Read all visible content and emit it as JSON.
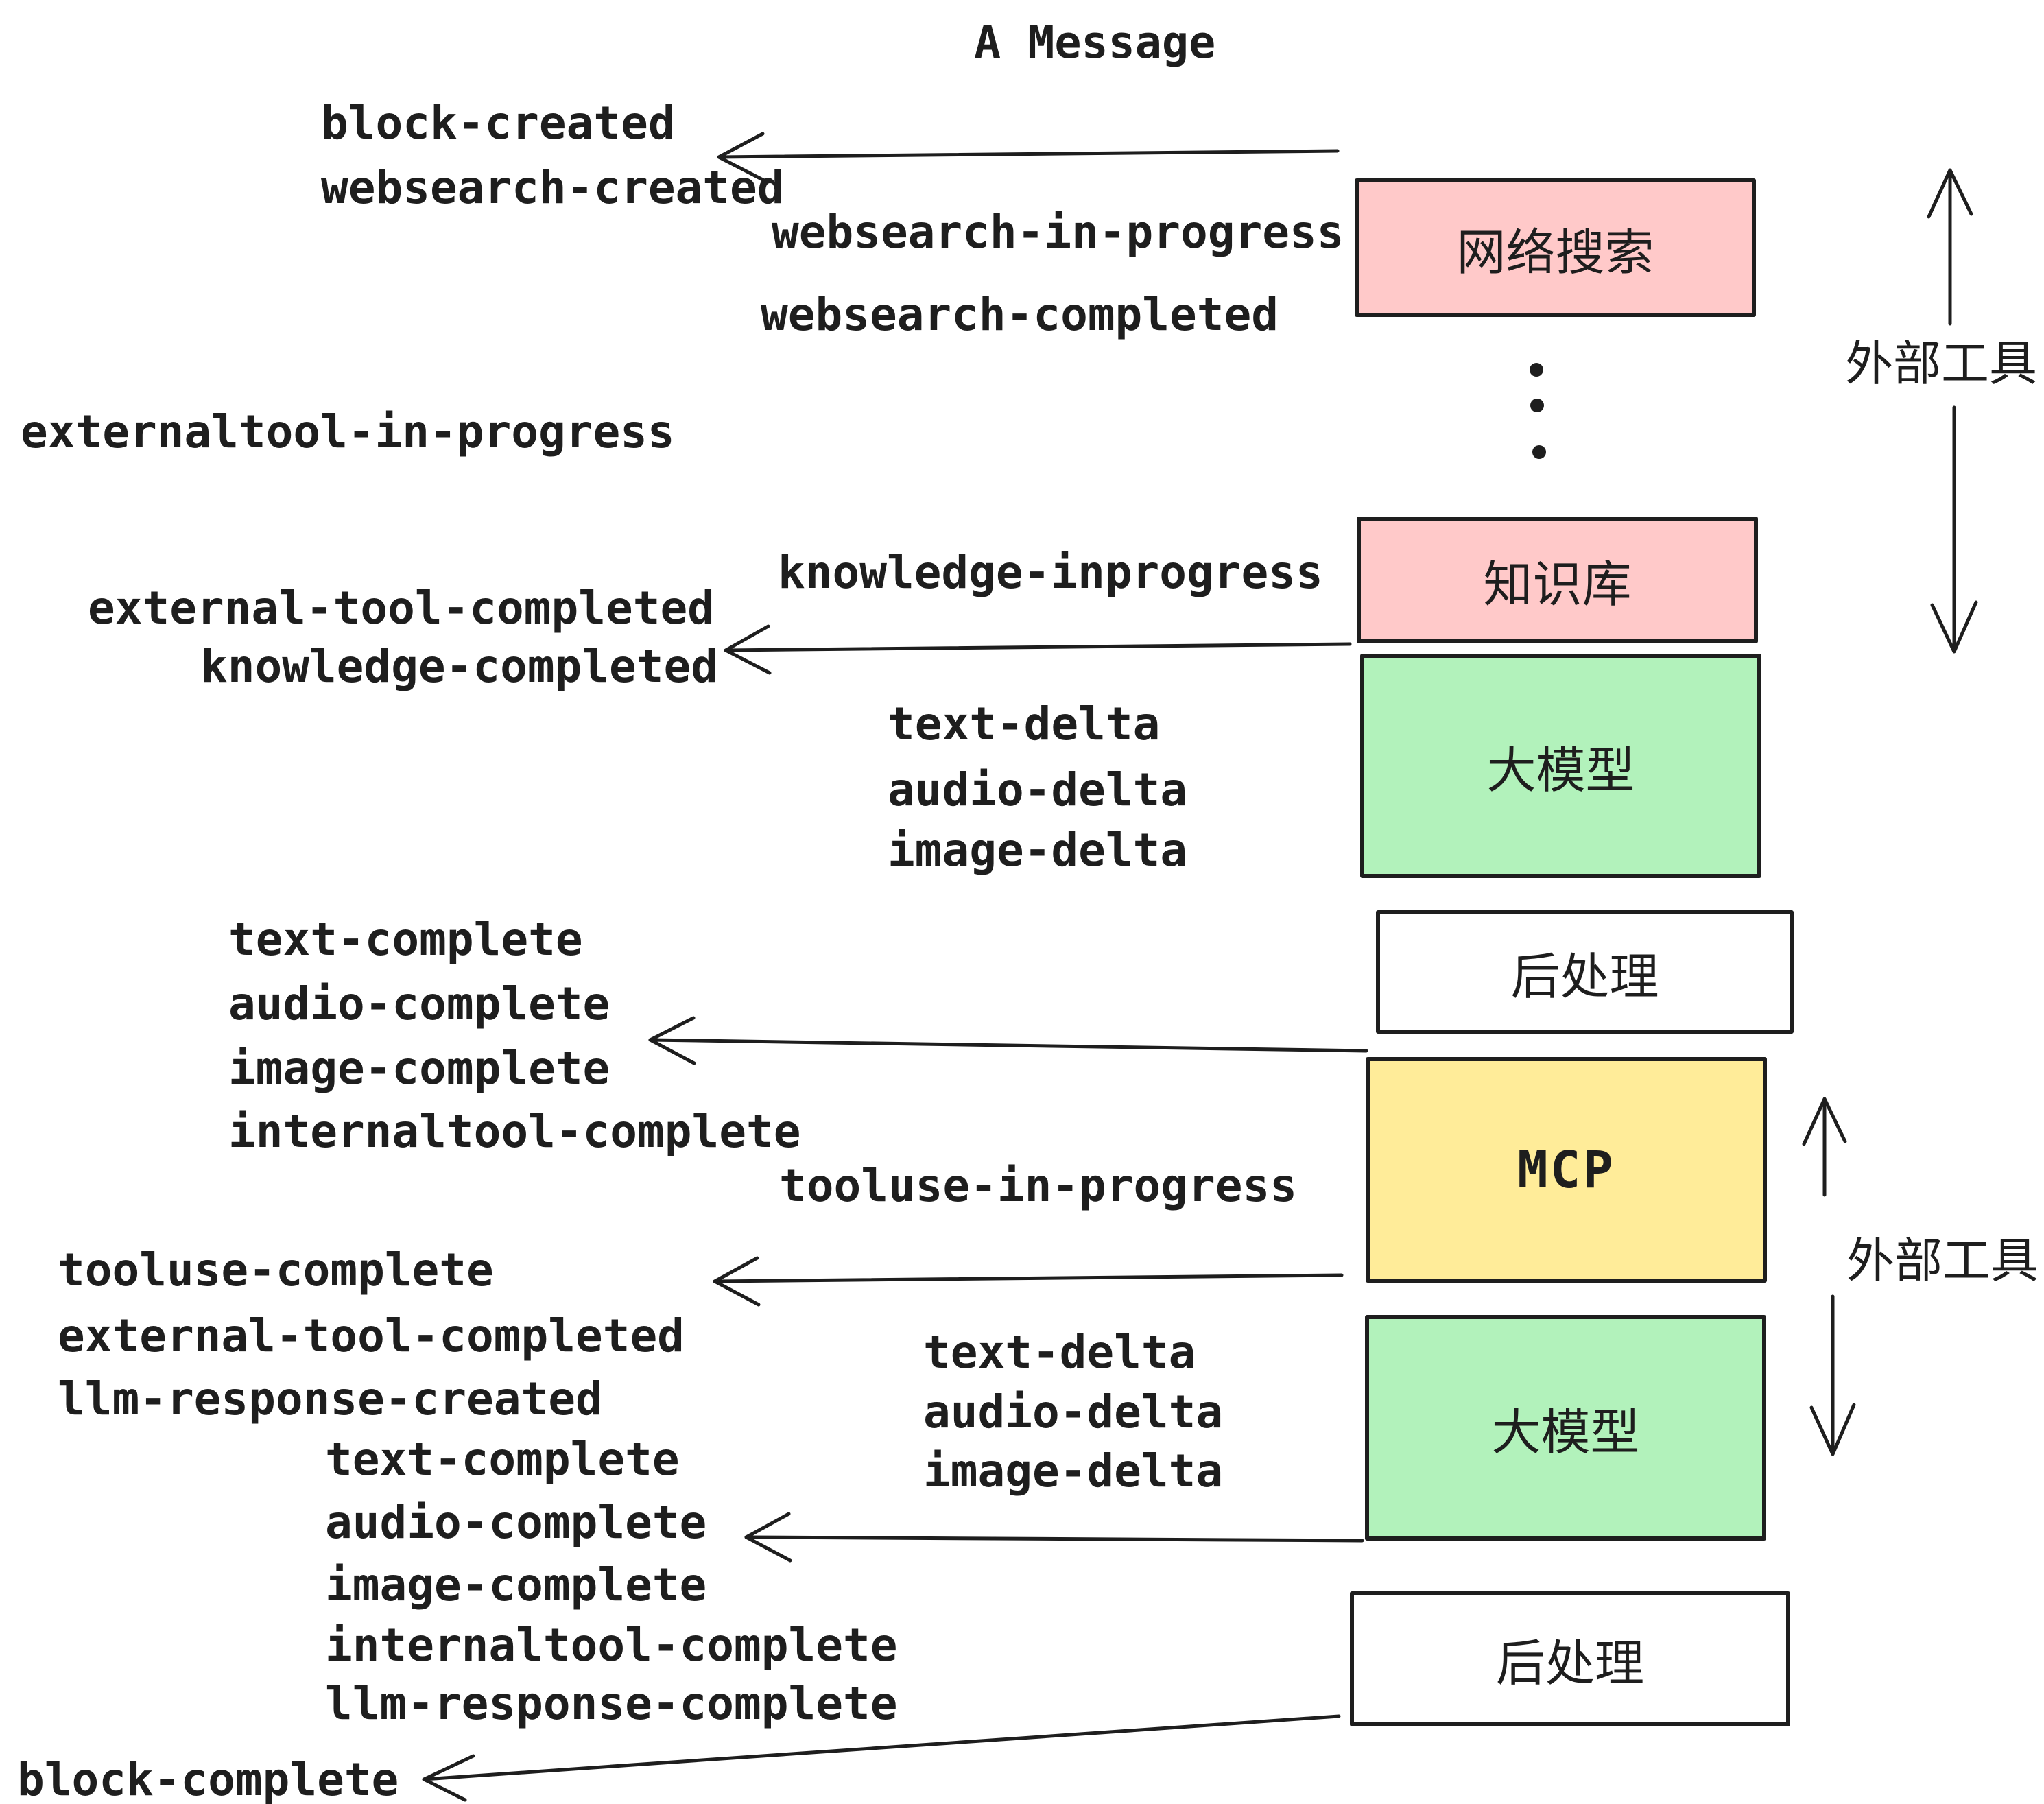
{
  "title": "A Message",
  "colors": {
    "pink": "#ffc9c9",
    "green": "#b2f2bb",
    "yellow": "#ffec99",
    "stroke": "#1e1e1e",
    "background": "#ffffff"
  },
  "boxes": [
    {
      "label": "网络搜索",
      "type": "pink"
    },
    {
      "label": "知识库",
      "type": "pink"
    },
    {
      "label": "大模型",
      "type": "green"
    },
    {
      "label": "后处理",
      "type": "white"
    },
    {
      "label": "MCP",
      "type": "yellow"
    },
    {
      "label": "大模型",
      "type": "green"
    },
    {
      "label": "后处理",
      "type": "white"
    }
  ],
  "annotations": {
    "external_tools_top": "外部工具",
    "external_tools_mid": "外部工具"
  },
  "events": {
    "block_created": "block-created",
    "websearch_created": "websearch-created",
    "websearch_in_progress": "websearch-in-progress",
    "websearch_completed": "websearch-completed",
    "externaltool_in_progress": "externaltool-in-progress",
    "knowledge_inprogress": "knowledge-inprogress",
    "external_tool_completed_1": "external-tool-completed",
    "knowledge_completed": "knowledge-completed",
    "text_delta_1": "text-delta",
    "audio_delta_1": "audio-delta",
    "image_delta_1": "image-delta",
    "text_complete_1": "text-complete",
    "audio_complete_1": "audio-complete",
    "image_complete_1": "image-complete",
    "internaltool_complete_1": "internaltool-complete",
    "tooluse_in_progress": "tooluse-in-progress",
    "tooluse_complete": "tooluse-complete",
    "external_tool_completed_2": "external-tool-completed",
    "llm_response_created": "llm-response-created",
    "text_complete_2": "text-complete",
    "audio_complete_2": "audio-complete",
    "image_complete_2": "image-complete",
    "internaltool_complete_2": "internaltool-complete",
    "llm_response_complete": "llm-response-complete",
    "block_complete": "block-complete"
  }
}
